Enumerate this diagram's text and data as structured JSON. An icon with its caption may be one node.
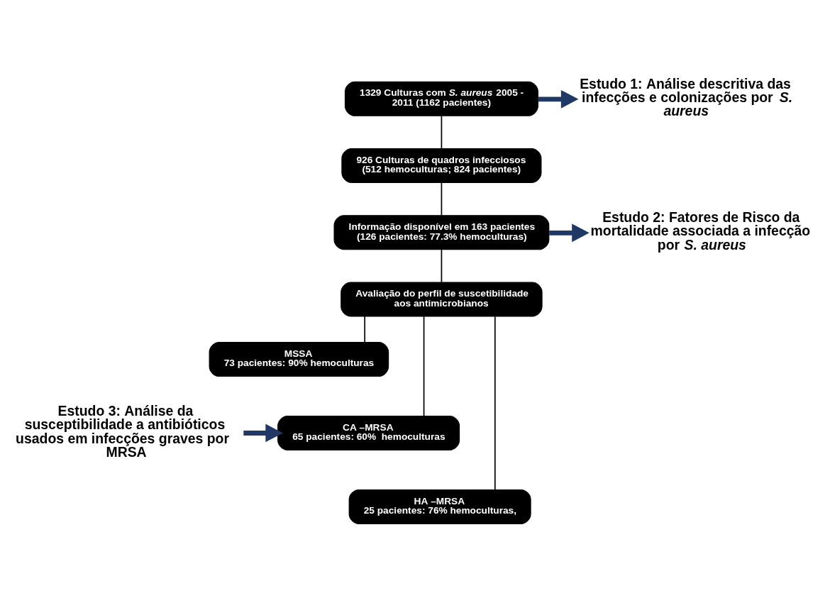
{
  "diagram": {
    "nodes": [
      {
        "text": [
          "1329 Culturas com *S. aureus* 2005 - 2011 (1162 pacientes)"
        ]
      },
      {
        "text": [
          "Estudo 1: Análise descritiva das infecções e colonizações por *S. aureus*"
        ]
      },
      {
        "text": [
          "926 Culturas de quadros infecciosos (512 hemoculturas; 824 pacientes)"
        ]
      },
      {
        "text": [
          "Informação disponível em 163 pacientes (126 pacientes: 77.3% hemoculturas)"
        ]
      },
      {
        "text": [
          "Estudo 2: Fatores de Risco da mortalidade associada a infecção por *S. aureus*"
        ]
      },
      {
        "text": [
          "Avaliação do perfil de suscetibilidade aos antimicrobianos"
        ]
      },
      {
        "text": [
          "MSSA",
          "73 pacientes: 90% hemoculturas"
        ]
      },
      {
        "text": [
          "CA –MRSA",
          "65 pacientes: 60%  hemoculturas"
        ]
      },
      {
        "text": [
          "HA –MRSA",
          "25 pacientes: 76% hemoculturas,"
        ]
      },
      {
        "text": [
          "Estudo 3: Análise da susceptibilidade a antibióticos usados em infecções graves por  MRSA"
        ]
      }
    ],
    "edges": [
      {
        "from": 0,
        "to": 1,
        "arrow": "to",
        "style": "thick",
        "color": "#1f3864"
      },
      {
        "from": 0,
        "to": 2,
        "arrow": "none"
      },
      {
        "from": 2,
        "to": 3,
        "arrow": "none"
      },
      {
        "from": 3,
        "to": 4,
        "arrow": "to",
        "style": "thick",
        "color": "#1f3864"
      },
      {
        "from": 3,
        "to": 5,
        "arrow": "none"
      },
      {
        "from": 5,
        "to": 6,
        "arrow": "none"
      },
      {
        "from": 5,
        "to": 7,
        "arrow": "none"
      },
      {
        "from": 5,
        "to": 8,
        "arrow": "none"
      },
      {
        "from": 9,
        "to": 7,
        "arrow": "to",
        "style": "thick",
        "color": "#1f3864"
      }
    ]
  }
}
